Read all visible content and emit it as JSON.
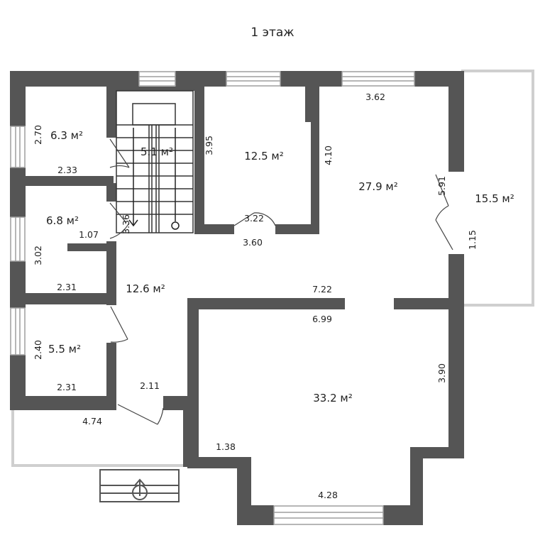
{
  "title": "1 этаж",
  "colors": {
    "wall": "#555555",
    "window_frame": "#bdbdbd",
    "balcony_outline": "#cfcfcf",
    "background": "#ffffff"
  },
  "rooms": {
    "room_a": "6.3 м²",
    "room_b": "6.8 м²",
    "room_c": "5.5 м²",
    "stairs": "5.1 м²",
    "room_d": "12.5 м²",
    "room_e": "27.9 м²",
    "balcony": "15.5 м²",
    "hall": "12.6 м²",
    "room_f": "33.2 м²"
  },
  "dims": {
    "d_2_70": "2.70",
    "d_2_33": "2.33",
    "d_3_02": "3.02",
    "d_1_07": "1.07",
    "d_2_31_a": "2.31",
    "d_2_40": "2.40",
    "d_2_31_b": "2.31",
    "d_4_74": "4.74",
    "d_2_11": "2.11",
    "d_3_36": "3.36",
    "d_3_95": "3.95",
    "d_3_22": "3.22",
    "d_3_60": "3.60",
    "d_4_10": "4.10",
    "d_3_62": "3.62",
    "d_5_91": "5.91",
    "d_1_15": "1.15",
    "d_7_22": "7.22",
    "d_6_99": "6.99",
    "d_3_90": "3.90",
    "d_1_38": "1.38",
    "d_4_28": "4.28"
  },
  "icons": [
    "door-swing-icon",
    "window-icon",
    "stair-arrow-icon",
    "porch-steps-icon"
  ]
}
